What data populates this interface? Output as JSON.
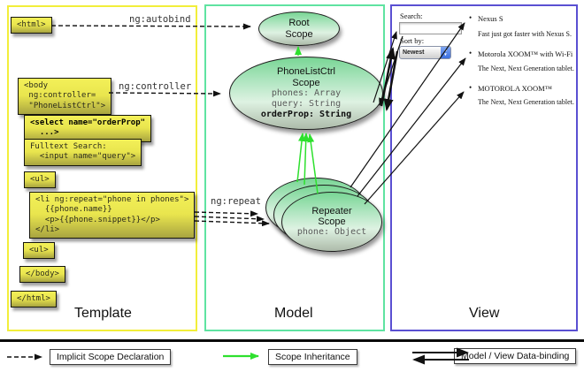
{
  "panels": {
    "template": {
      "label": "Template"
    },
    "model": {
      "label": "Model"
    },
    "view": {
      "label": "View"
    }
  },
  "annotations": {
    "autobind": "ng:autobind",
    "controller": "ng:controller",
    "repeat": "ng:repeat"
  },
  "template_code": {
    "html_open": "<html>",
    "body_open": "<body\n ng:controller=\n \"PhoneListCtrl\">",
    "select": "<select name=\"orderProp\"\n  ...>",
    "fulltext": "Fulltext Search:\n  <input name=\"query\">",
    "ul_open": "<ul>",
    "li_repeat": "<li ng:repeat=\"phone in phones\">\n  {{phone.name}}\n  <p>{{phone.snippet}}</p>\n</li>",
    "ul_close": "<ul>",
    "body_close": "</body>",
    "html_close": "</html>"
  },
  "scopes": {
    "root": {
      "title": "Root\nScope"
    },
    "phone_list": {
      "title": "PhoneListCtrl\nScope",
      "props": [
        "phones: Array",
        "query: String",
        "orderProp: String"
      ]
    },
    "repeater": {
      "title": "Repeater\nScope",
      "props": [
        "phone: Object"
      ]
    }
  },
  "view": {
    "search_label": "Search:",
    "search_value": "",
    "sort_label": "Sort by:",
    "sort_value": "Newest",
    "items": [
      {
        "title": "Nexus S",
        "desc": "Fast just got faster with Nexus S."
      },
      {
        "title": "Motorola XOOM™ with Wi-Fi",
        "desc": "The Next, Next Generation tablet."
      },
      {
        "title": "MOTOROLA XOOM™",
        "desc": "The Next, Next Generation tablet."
      }
    ]
  },
  "legend": {
    "implicit": "Implicit Scope Declaration",
    "inheritance": "Scope Inheritance",
    "databinding": "Model / View Data-binding"
  },
  "colors": {
    "template_border": "#f2ee3a",
    "model_border": "#5fe3a1",
    "view_border": "#5a50d2",
    "code_box_yellow": "#f3f058",
    "scope_green": "#79d695",
    "inheritance_arrow_green": "#2ee02e",
    "arrow_black": "#111111"
  }
}
